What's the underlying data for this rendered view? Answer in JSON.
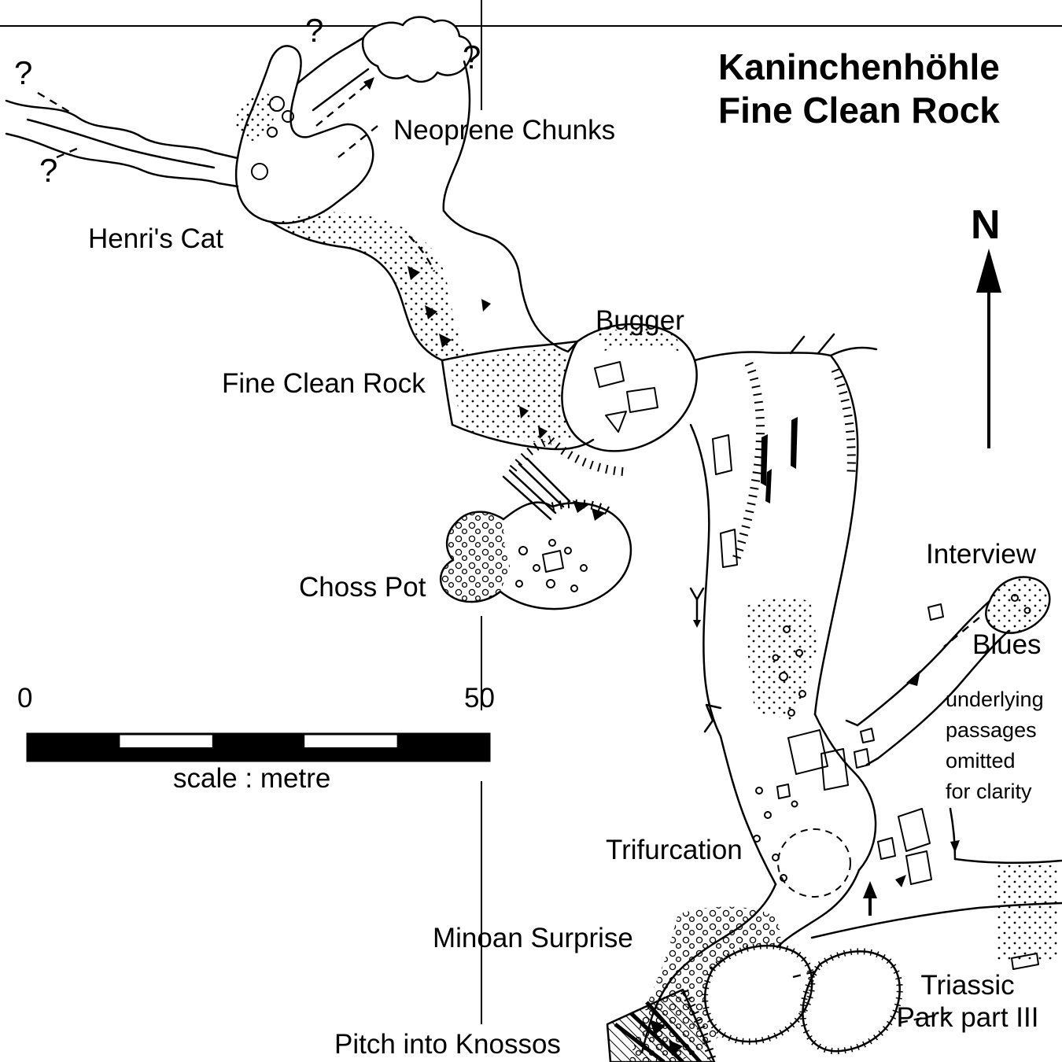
{
  "title": {
    "line1": "Kaninchenhöhle",
    "line2": "Fine Clean Rock"
  },
  "north_arrow": {
    "label": "N"
  },
  "scale_bar": {
    "start": "0",
    "end": "50",
    "caption": "scale : metre"
  },
  "note": {
    "line1": "underlying",
    "line2": "passages",
    "line3": "omitted",
    "line4": "for clarity"
  },
  "labels": {
    "neoprene_chunks": "Neoprene Chunks",
    "henris_cat": "Henri's Cat",
    "bugger": "Bugger",
    "fine_clean_rock": "Fine Clean Rock",
    "choss_pot": "Choss Pot",
    "interview": "Interview",
    "blues": "Blues",
    "trifurcation": "Trifurcation",
    "minoan_surprise": "Minoan Surprise",
    "pitch_into_knossos": "Pitch into Knossos",
    "triassic_park_line1": "Triassic",
    "triassic_park_line2": "Park part III"
  },
  "question_marks": {
    "q1": "?",
    "q2": "?",
    "q3": "?",
    "q4": "?"
  },
  "colors": {
    "ink": "#000000",
    "paper": "#ffffff"
  }
}
